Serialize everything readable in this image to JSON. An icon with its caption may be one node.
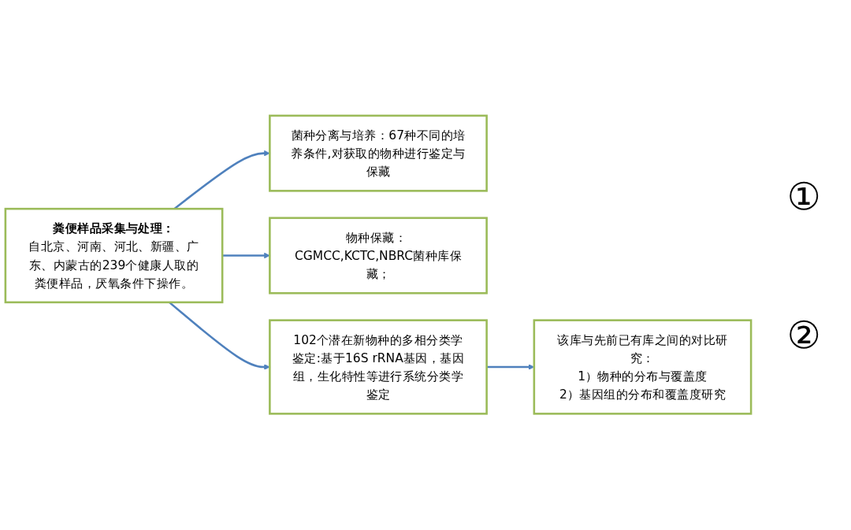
{
  "diagram": {
    "nodes": [
      {
        "text": [
          "粪便样品采集与处理：",
          "自北京、河南、河北、新疆、广东、内蒙古的239个健康人取的粪便样品，厌氧条件下操作。"
        ]
      },
      {
        "text": [
          "菌种分离与培养：67种不同的培养条件,对获取的物种进行鉴定与保藏"
        ]
      },
      {
        "text": [
          "物种保藏： CGMCC,KCTC,NBRC菌种库保藏；"
        ]
      },
      {
        "text": [
          "102个潜在新物种的多相分类学鉴定:基于16S rRNA基因，基因组，生化特性等进行系统分类学鉴定"
        ]
      },
      {
        "text": [
          "该库与先前已有库之间的对比研究：",
          "1）物种的分布与覆盖度",
          "2）基因组的分布和覆盖度研究"
        ]
      }
    ],
    "edges": [
      {
        "from": 0,
        "to": 1,
        "arrow": "to"
      },
      {
        "from": 0,
        "to": 2,
        "arrow": "to"
      },
      {
        "from": 0,
        "to": 3,
        "arrow": "to"
      },
      {
        "from": 3,
        "to": 4,
        "arrow": "to"
      }
    ],
    "labels": [
      "①",
      "②"
    ]
  }
}
